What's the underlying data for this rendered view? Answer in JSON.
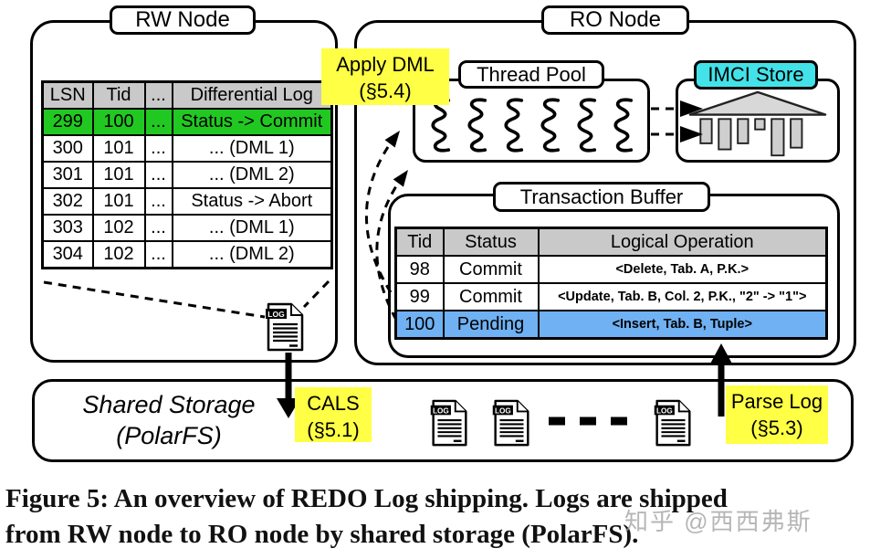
{
  "rw_node": {
    "label": "RW Node",
    "table": {
      "headers": [
        "LSN",
        "Tid",
        "...",
        "Differential Log"
      ],
      "rows": [
        [
          "299",
          "100",
          "...",
          "Status -> Commit"
        ],
        [
          "300",
          "101",
          "...",
          "... (DML 1)"
        ],
        [
          "301",
          "101",
          "...",
          "... (DML 2)"
        ],
        [
          "302",
          "101",
          "...",
          "Status -> Abort"
        ],
        [
          "303",
          "102",
          "...",
          "... (DML 1)"
        ],
        [
          "304",
          "102",
          "...",
          "... (DML 2)"
        ]
      ]
    }
  },
  "ro_node": {
    "label": "RO Node",
    "thread_pool": {
      "label": "Thread Pool"
    },
    "imci_store": {
      "label": "IMCI Store"
    },
    "transaction_buffer": {
      "label": "Transaction Buffer",
      "headers": [
        "Tid",
        "Status",
        "Logical Operation"
      ],
      "rows": [
        [
          "98",
          "Commit",
          "<Delete, Tab. A, P.K.>"
        ],
        [
          "99",
          "Commit",
          "<Update, Tab. B, Col. 2, P.K., \"2\" -> \"1\">"
        ],
        [
          "100",
          "Pending",
          "<Insert, Tab. B, Tuple>"
        ]
      ]
    }
  },
  "annotations": {
    "apply_dml": {
      "line1": "Apply DML",
      "line2": "(§5.4)"
    },
    "cals": {
      "line1": "CALS",
      "line2": "(§5.1)"
    },
    "parse_log": {
      "line1": "Parse Log",
      "line2": "(§5.3)"
    }
  },
  "storage": {
    "line1": "Shared Storage",
    "line2": "(PolarFS)"
  },
  "log_icon_badge": "LOG",
  "caption": {
    "line1": "Figure 5: An overview of REDO Log shipping. Logs are shipped",
    "line2": "from RW node to RO node by shared storage (PolarFS)."
  },
  "watermark": "知乎 @西西弗斯",
  "colors": {
    "highlight_green": "#22c822",
    "highlight_blue": "#6fb1f2",
    "annotation_yellow": "#ffff45",
    "imci_cyan": "#42e2e8",
    "table_header_gray": "#c9c9c9"
  }
}
